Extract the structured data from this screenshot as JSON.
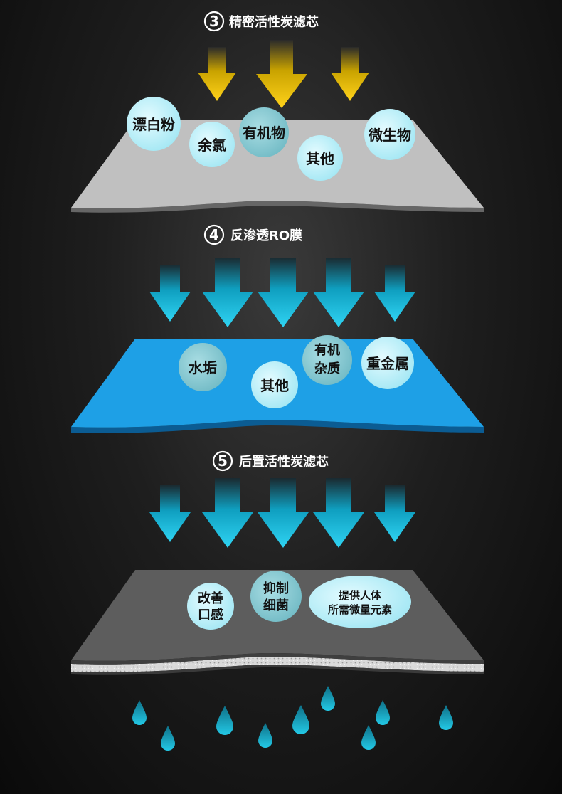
{
  "sections": [
    {
      "number": "3",
      "title": "精密活性炭滤芯",
      "bubbles": [
        "漂白粉",
        "余氯",
        "有机物",
        "其他",
        "微生物"
      ]
    },
    {
      "number": "4",
      "title": "反渗透RO膜",
      "bubbles": [
        "水垢",
        "其他",
        "有机",
        "杂质",
        "重金属"
      ]
    },
    {
      "number": "5",
      "title": "后置活性炭滤芯",
      "bubbles": [
        "改善",
        "口感",
        "抑制",
        "细菌",
        "提供人体",
        "所需微量元素"
      ]
    }
  ],
  "colors": {
    "yellow_arrow": "#f2c200",
    "cyan_arrow": "#1cc4e8",
    "gray_layer": "#bdbdbd",
    "blue_layer": "#1ea0e6",
    "dark_layer": "#5c5c5c",
    "bubble": "#bff3fb",
    "drop": "#16b8d4"
  }
}
